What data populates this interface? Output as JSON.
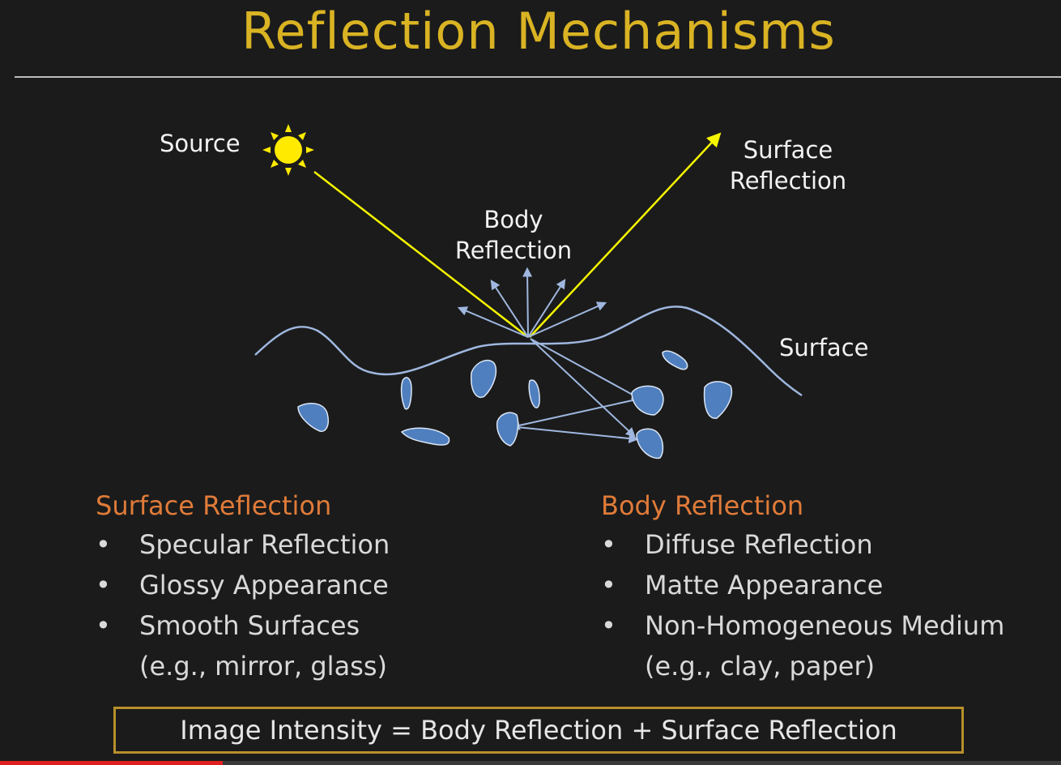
{
  "slide": {
    "title": "Reflection Mechanisms"
  },
  "diagram": {
    "labels": {
      "source": "Source",
      "surface_reflection": [
        "Surface",
        "Reflection"
      ],
      "body_reflection": [
        "Body",
        "Reflection"
      ],
      "surface": "Surface"
    },
    "colors": {
      "incident_ray": "#f5f500",
      "body_arrows": "#9fb7df",
      "particles": "#4f7fbe",
      "sun": "#ffea00"
    }
  },
  "columns": {
    "left": {
      "heading": "Surface Reflection",
      "items": [
        "Specular Reflection",
        "Glossy Appearance",
        "Smooth Surfaces"
      ],
      "example": "(e.g., mirror, glass)"
    },
    "right": {
      "heading": "Body Reflection",
      "items": [
        "Diffuse Reflection",
        "Matte Appearance",
        "Non-Homogeneous Medium"
      ],
      "example": "(e.g., clay, paper)"
    }
  },
  "bullet_glyph": "•",
  "formula": "Image Intensity = Body Reflection + Surface Reflection",
  "video": {
    "progress_fraction": 0.21
  }
}
